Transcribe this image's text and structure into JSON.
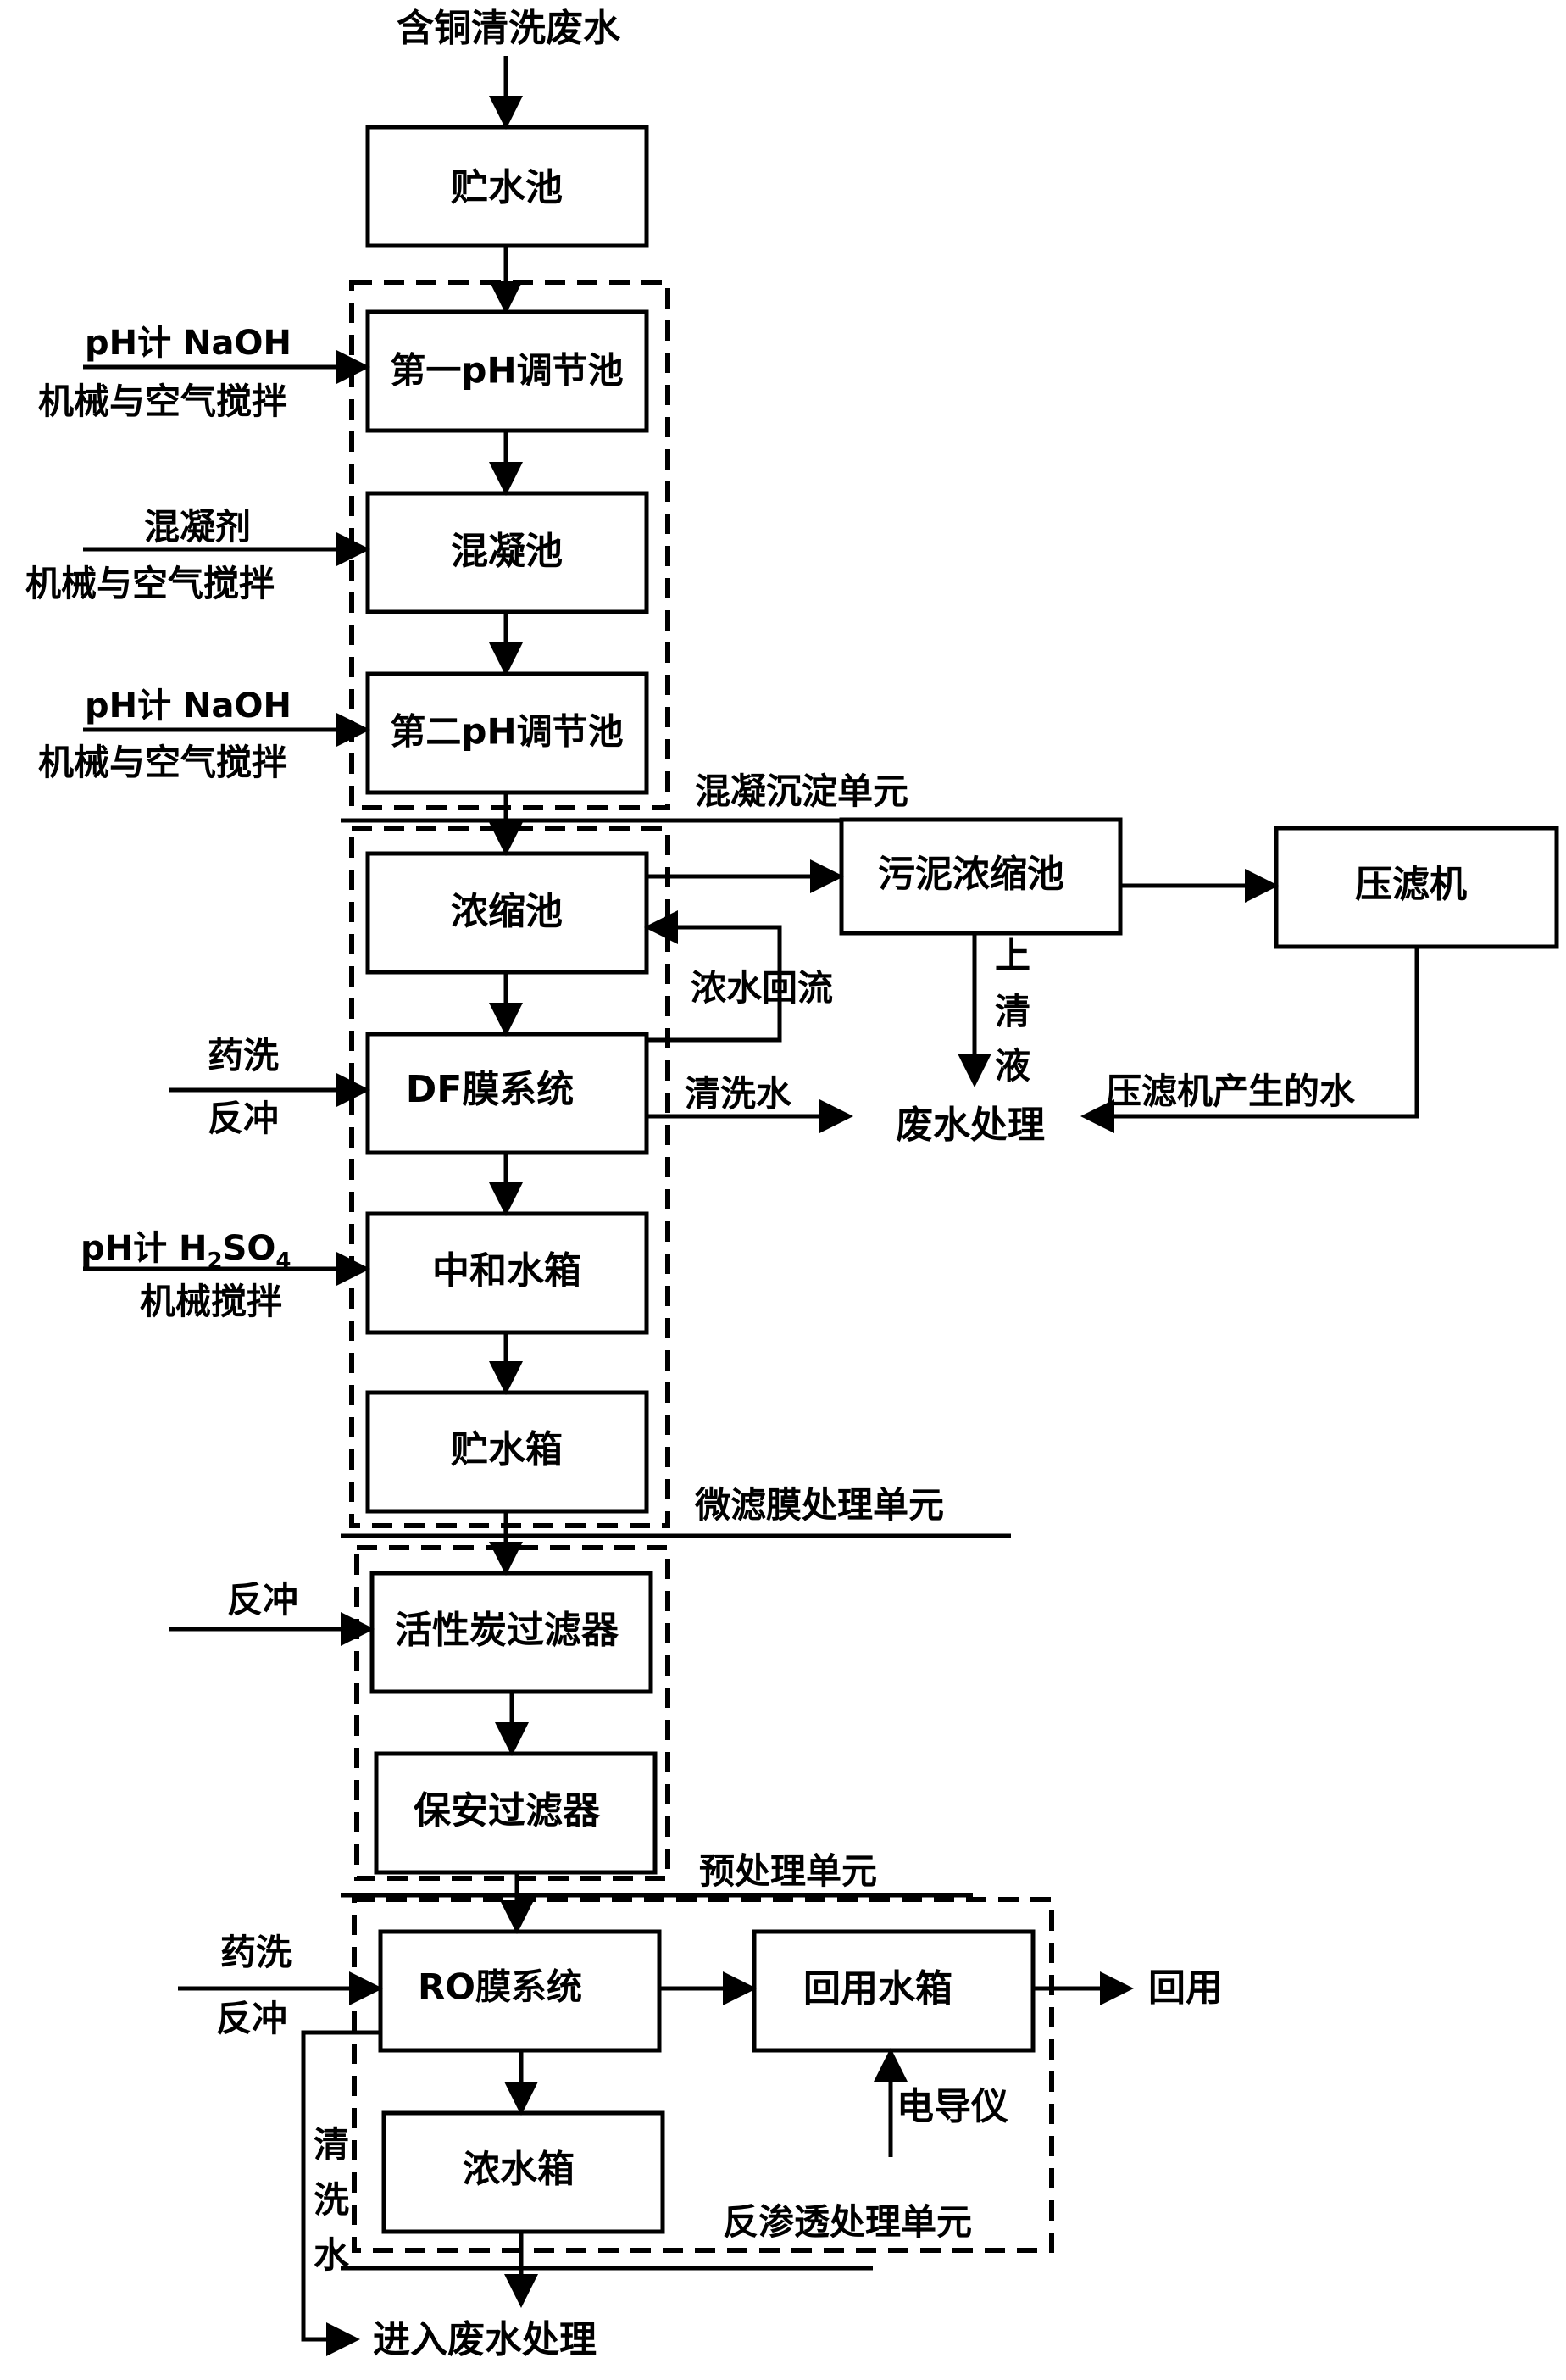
{
  "title_input": "含铜清洗废水",
  "boxes": {
    "storage_pool": "贮水池",
    "ph1": "第一pH调节池",
    "coag": "混凝池",
    "ph2": "第二pH调节池",
    "conc": "浓缩池",
    "df": "DF膜系统",
    "neutral": "中和水箱",
    "storage_tank": "贮水箱",
    "carbon": "活性炭过滤器",
    "security": "保安过滤器",
    "ro": "RO膜系统",
    "reuse_tank": "回用水箱",
    "conc_tank": "浓水箱",
    "sludge": "污泥浓缩池",
    "press": "压滤机"
  },
  "side_inputs": {
    "ph1_a": "pH计  NaOH",
    "ph1_b": "机械与空气搅拌",
    "coag_a": "混凝剂",
    "coag_b": "机械与空气搅拌",
    "ph2_a": "pH计  NaOH",
    "ph2_b": "机械与空气搅拌",
    "df_a": "药洗",
    "df_b": "反冲",
    "neutral_a1": "pH计  H",
    "neutral_sub1": "2",
    "neutral_a2": "SO",
    "neutral_sub2": "4",
    "neutral_b": "机械搅拌",
    "carbon_a": "反冲",
    "ro_a": "药洗",
    "ro_b": "反冲"
  },
  "units": {
    "coag_unit": "混凝沉淀单元",
    "micro_unit": "微滤膜处理单元",
    "pre_unit": "预处理单元",
    "ro_unit": "反渗透处理单元"
  },
  "flow_labels": {
    "conc_reflux": "浓水回流",
    "wash_water": "清洗水",
    "supernatant": [
      "上",
      "清",
      "液"
    ],
    "press_water": "压滤机产生的水",
    "wastewater_treatment": "废水处理",
    "reuse": "回用",
    "conductivity": "电导仪",
    "ro_wash": [
      "清",
      "洗",
      "水"
    ],
    "to_wastewater": "进入废水处理"
  }
}
